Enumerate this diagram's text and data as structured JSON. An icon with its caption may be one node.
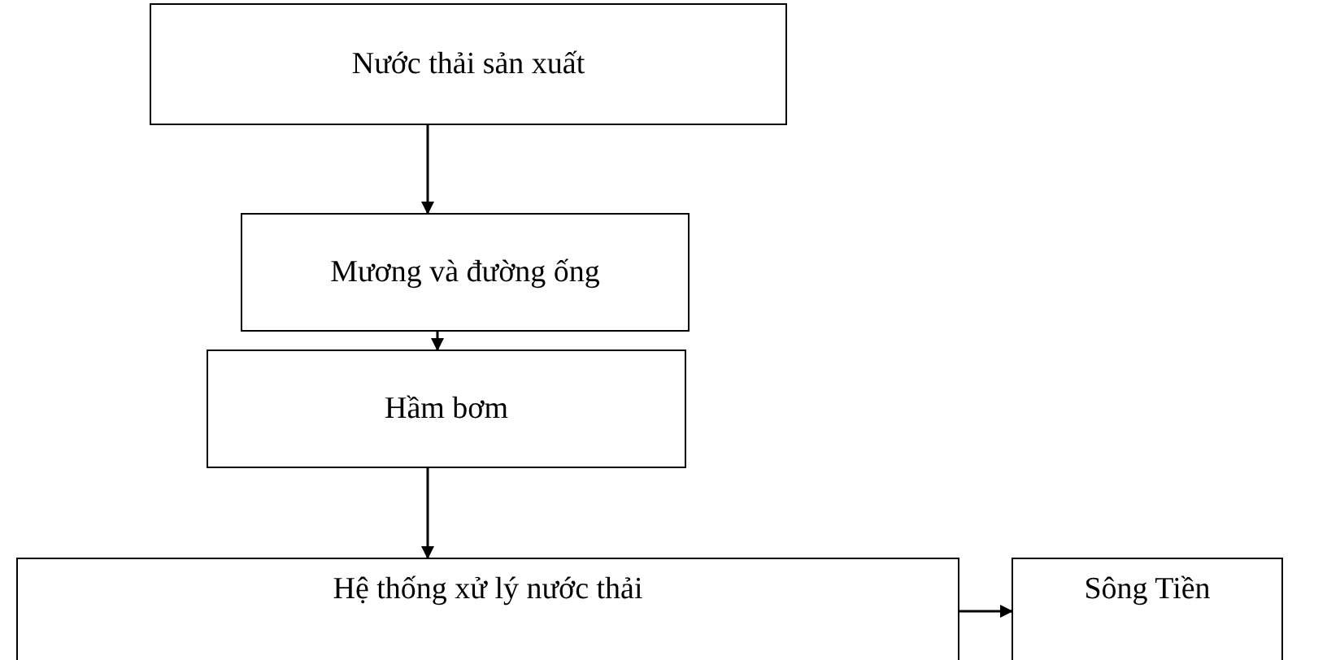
{
  "diagram": {
    "nodes": [
      {
        "text": [
          "Nước thải sản xuất"
        ]
      },
      {
        "text": [
          "Mương và đường ống"
        ]
      },
      {
        "text": [
          "Hầm bơm"
        ]
      },
      {
        "text": [
          "Hệ thống xử lý nước thải"
        ]
      },
      {
        "text": [
          "Sông Tiền"
        ]
      }
    ],
    "edges": [
      {
        "from": 0,
        "to": 1,
        "arrow": "to"
      },
      {
        "from": 1,
        "to": 2,
        "arrow": "to"
      },
      {
        "from": 2,
        "to": 3,
        "arrow": "to"
      },
      {
        "from": 3,
        "to": 4,
        "arrow": "to"
      }
    ]
  }
}
